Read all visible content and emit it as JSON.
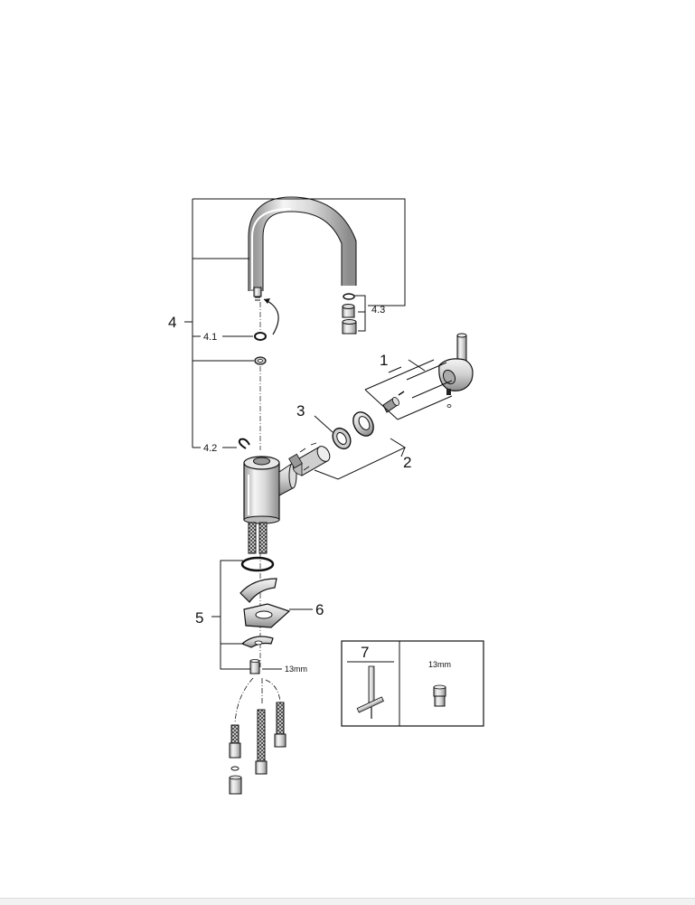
{
  "labels": {
    "l1": "1",
    "l2": "2",
    "l3": "3",
    "l4": "4",
    "l4_1": "4.1",
    "l4_2": "4.2",
    "l4_3": "4.3",
    "l5": "5",
    "l6": "6",
    "size_nut": "13mm"
  },
  "tool_box": {
    "number": "7",
    "size": "13mm"
  },
  "colors": {
    "line": "#111111",
    "chrome_light": "#f4f4f4",
    "chrome_mid": "#c9c9c9",
    "chrome_dark": "#8a8a8a"
  }
}
